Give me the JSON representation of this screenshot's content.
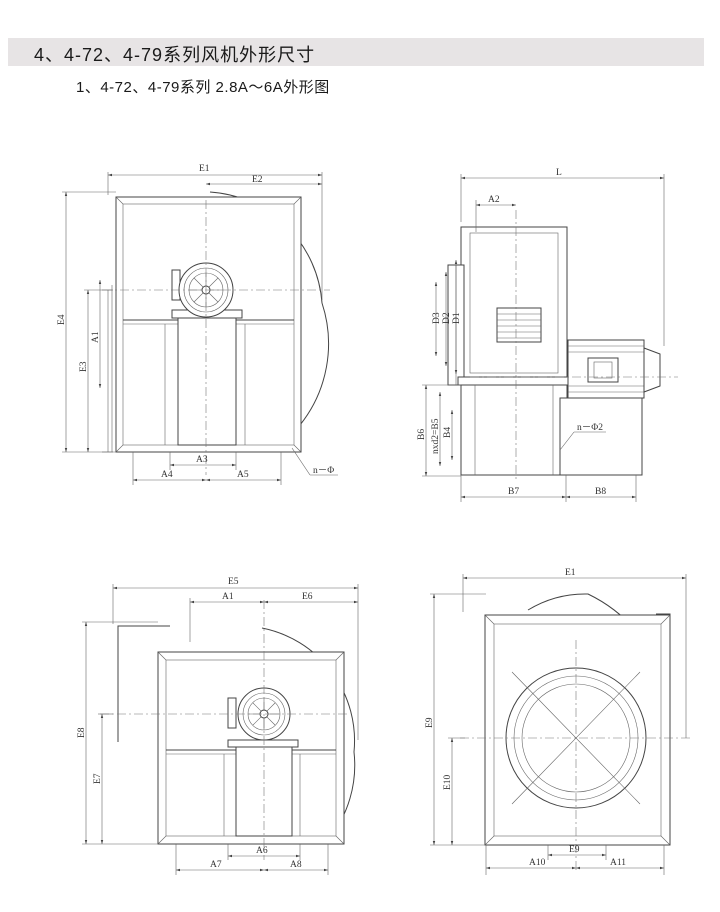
{
  "header": {
    "title": "4、4-72、4-79系列风机外形尺寸",
    "subtitle": "1、4-72、4-79系列 2.8A～6A外形图"
  },
  "labels": {
    "E1": "E1",
    "E2": "E2",
    "E3": "E3",
    "E4": "E4",
    "E5": "E5",
    "E6": "E6",
    "E7": "E7",
    "E8": "E8",
    "E9": "E9",
    "E10": "E10",
    "A1": "A1",
    "A2": "A2",
    "A3": "A3",
    "A4": "A4",
    "A5": "A5",
    "A6": "A6",
    "A7": "A7",
    "A8": "A8",
    "A9": "E9",
    "A10": "A10",
    "A11": "A11",
    "L": "L",
    "B4": "B4",
    "B6": "B6",
    "B7": "B7",
    "B8": "B8",
    "D1": "D1",
    "D2": "D2",
    "D3": "D3",
    "nxd2_B5": "nxd2=B5",
    "n_phi": "n－Φ",
    "n_phi2": "n－Φ2"
  }
}
